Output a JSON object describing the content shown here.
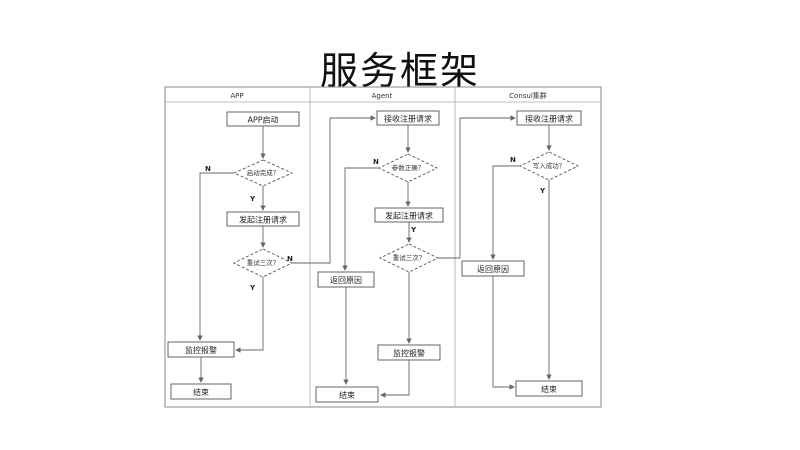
{
  "slide": {
    "title": "服务框架"
  },
  "lanes": [
    "APP",
    "Agent",
    "Consul集群"
  ],
  "app": {
    "start": "APP启动",
    "check": "启动完成？",
    "register": "发起注册请求",
    "retry": "重试三次？",
    "alarm": "监控报警",
    "end": "结束"
  },
  "agent": {
    "receive": "接收注册请求",
    "check": "参数正确？",
    "register": "发起注册请求",
    "retry": "重试三次？",
    "reason": "返回原因",
    "alarm": "监控报警",
    "end": "结束"
  },
  "consul": {
    "receive": "接收注册请求",
    "check": "写入成功？",
    "reason": "返回原因",
    "end": "结束"
  },
  "labels": {
    "yes": "Y",
    "no": "N"
  }
}
